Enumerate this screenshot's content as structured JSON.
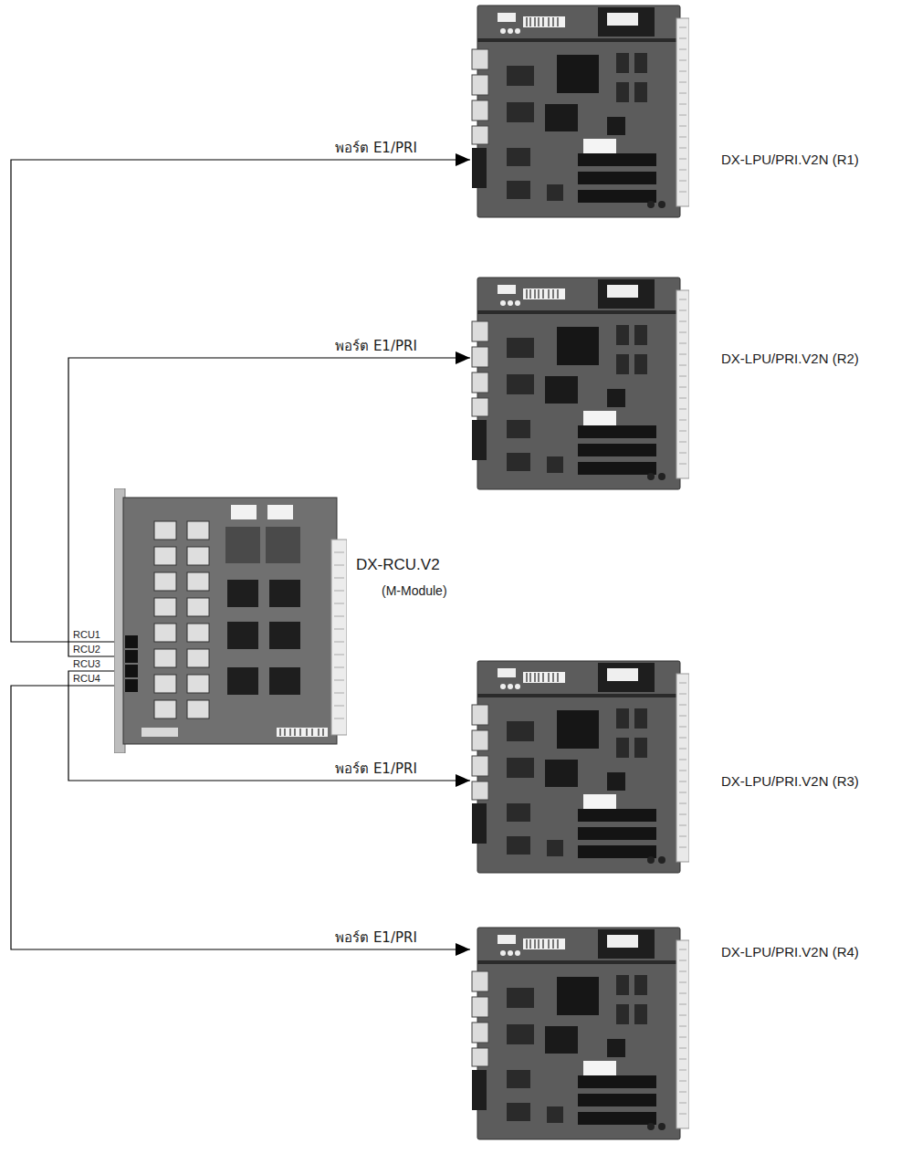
{
  "diagram": {
    "nodes": [
      {
        "text": [
          "DX-LPU/PRI.V2N (R1)"
        ]
      },
      {
        "text": [
          "DX-LPU/PRI.V2N (R2)"
        ]
      },
      {
        "text": [
          "DX-RCU.V2",
          "(M-Module)"
        ]
      },
      {
        "text": [
          "DX-LPU/PRI.V2N (R3)"
        ]
      },
      {
        "text": [
          "DX-LPU/PRI.V2N (R4)"
        ]
      }
    ],
    "edges": [
      {
        "from": 2,
        "to": 0,
        "arrow": "to",
        "label": "พอร์ต E1/PRI"
      },
      {
        "from": 2,
        "to": 1,
        "arrow": "to",
        "label": "พอร์ต E1/PRI"
      },
      {
        "from": 2,
        "to": 3,
        "arrow": "to",
        "label": "พอร์ต E1/PRI"
      },
      {
        "from": 2,
        "to": 4,
        "arrow": "to",
        "label": "พอร์ต E1/PRI"
      }
    ],
    "labels": [
      "RCU1",
      "RCU2",
      "RCU3",
      "RCU4"
    ]
  }
}
